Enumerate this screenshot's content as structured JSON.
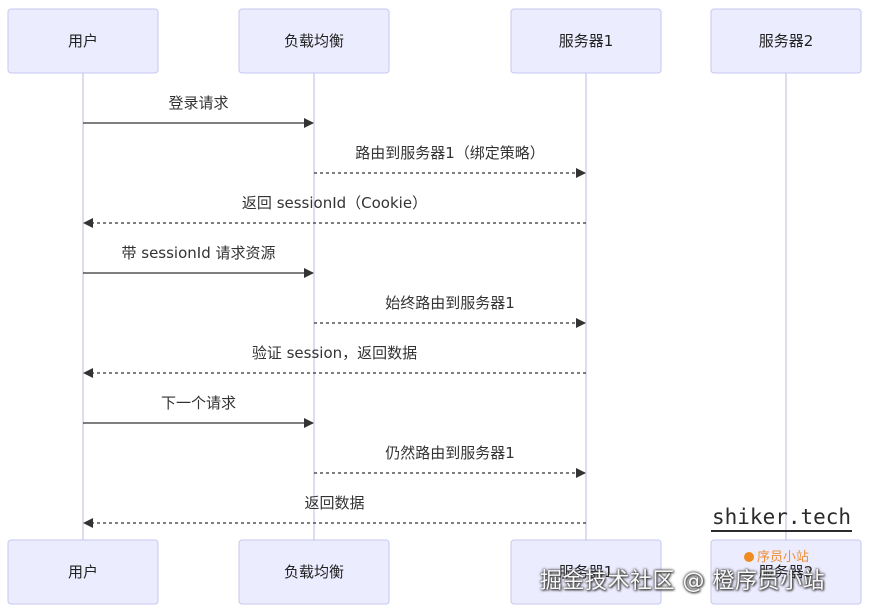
{
  "participants": [
    {
      "id": "user",
      "label": "用户"
    },
    {
      "id": "lb",
      "label": "负载均衡"
    },
    {
      "id": "s1",
      "label": "服务器1"
    },
    {
      "id": "s2",
      "label": "服务器2"
    }
  ],
  "messages": [
    {
      "from": "user",
      "to": "lb",
      "text": "登录请求",
      "style": "solid"
    },
    {
      "from": "lb",
      "to": "s1",
      "text": "路由到服务器1（绑定策略）",
      "style": "dashed"
    },
    {
      "from": "s1",
      "to": "user",
      "text": "返回 sessionId（Cookie）",
      "style": "dashed"
    },
    {
      "from": "user",
      "to": "lb",
      "text": "带 sessionId 请求资源",
      "style": "solid"
    },
    {
      "from": "lb",
      "to": "s1",
      "text": "始终路由到服务器1",
      "style": "dashed"
    },
    {
      "from": "s1",
      "to": "user",
      "text": "验证 session，返回数据",
      "style": "dashed"
    },
    {
      "from": "user",
      "to": "lb",
      "text": "下一个请求",
      "style": "solid"
    },
    {
      "from": "lb",
      "to": "s1",
      "text": "仍然路由到服务器1",
      "style": "dashed"
    },
    {
      "from": "s1",
      "to": "user",
      "text": "返回数据",
      "style": "dashed"
    }
  ],
  "watermark": {
    "site": "shiker.tech",
    "badge": "序员小站",
    "main": "掘金技术社区 @ 橙序员小站"
  },
  "colors": {
    "actor_fill": "#ececff",
    "actor_stroke": "#c7c7f0",
    "lifeline": "#c9cbe6",
    "arrow": "#333333",
    "badge": "#ee8e34"
  }
}
